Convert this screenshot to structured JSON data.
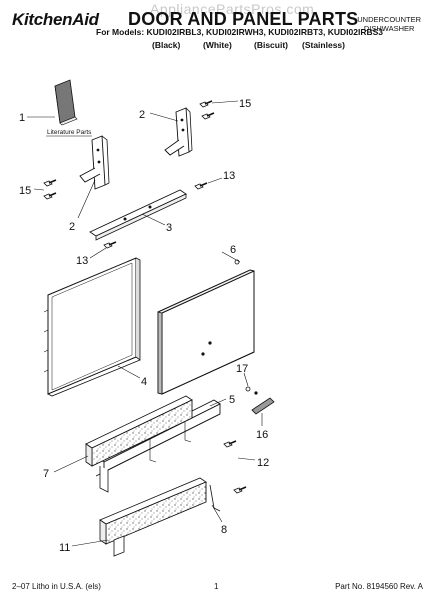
{
  "header": {
    "brand": "KitchenAid",
    "title": "DOOR AND PANEL PARTS",
    "watermark": "AppliancePartsPros.com",
    "category_line1": "UNDERCOUNTER",
    "category_line2": "DISHWASHER",
    "models_line": "For Models: KUDI02IRBL3, KUDI02IRWH3, KUDI02IRBT3, KUDI02IRBS3",
    "colors": [
      "(Black)",
      "(White)",
      "(Biscuit)",
      "(Stainless)"
    ]
  },
  "diagram": {
    "literature_label": "Literature Parts",
    "callouts": [
      "1",
      "2",
      "15",
      "15",
      "2",
      "13",
      "3",
      "13",
      "6",
      "4",
      "5",
      "17",
      "7",
      "12",
      "16",
      "8",
      "11"
    ]
  },
  "footer": {
    "left": "2–07 Litho in U.S.A. (els)",
    "center": "1",
    "right": "Part No. 8194560 Rev. A"
  }
}
